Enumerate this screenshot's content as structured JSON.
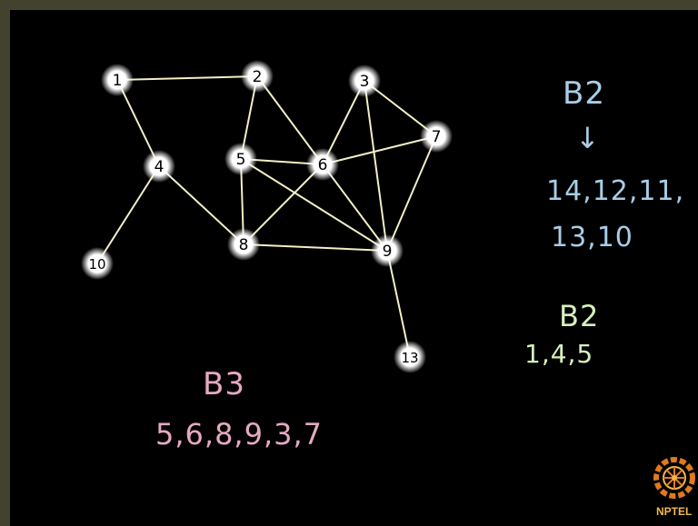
{
  "colors": {
    "background": "#000000",
    "frame": "#42422e",
    "edge": "#f3efc4",
    "node_glow": "#ffffff",
    "node_text": "#000000",
    "blue_text": "#a9cde6",
    "green_text": "#d7f0bd",
    "pink_text": "#e6a9c4",
    "logo_orange": "#e07a1e",
    "logo_text": "#f0b84a"
  },
  "graph": {
    "nodes": [
      {
        "id": "1",
        "label": "1"
      },
      {
        "id": "2",
        "label": "2"
      },
      {
        "id": "3",
        "label": "3"
      },
      {
        "id": "4",
        "label": "4"
      },
      {
        "id": "5",
        "label": "5"
      },
      {
        "id": "6",
        "label": "6"
      },
      {
        "id": "7",
        "label": "7"
      },
      {
        "id": "8",
        "label": "8"
      },
      {
        "id": "9",
        "label": "9"
      },
      {
        "id": "10",
        "label": "10"
      },
      {
        "id": "13",
        "label": "13"
      }
    ],
    "edges": [
      [
        "1",
        "2"
      ],
      [
        "1",
        "4"
      ],
      [
        "4",
        "10"
      ],
      [
        "4",
        "8"
      ],
      [
        "2",
        "5"
      ],
      [
        "2",
        "6"
      ],
      [
        "5",
        "8"
      ],
      [
        "5",
        "6"
      ],
      [
        "5",
        "9"
      ],
      [
        "6",
        "3"
      ],
      [
        "6",
        "7"
      ],
      [
        "6",
        "8"
      ],
      [
        "6",
        "9"
      ],
      [
        "3",
        "7"
      ],
      [
        "3",
        "9"
      ],
      [
        "7",
        "9"
      ],
      [
        "8",
        "9"
      ],
      [
        "9",
        "13"
      ]
    ]
  },
  "notes": {
    "b2_top_title": "B2",
    "arrow": "↓",
    "b2_top_line1": "14,12,11,",
    "b2_top_line2": "13,10",
    "b2_mid_title": "B2",
    "b2_mid_line": "1,4,5",
    "b3_title": "B3",
    "b3_line": "5,6,8,9,3,7"
  },
  "logo": {
    "text": "NPTEL"
  }
}
